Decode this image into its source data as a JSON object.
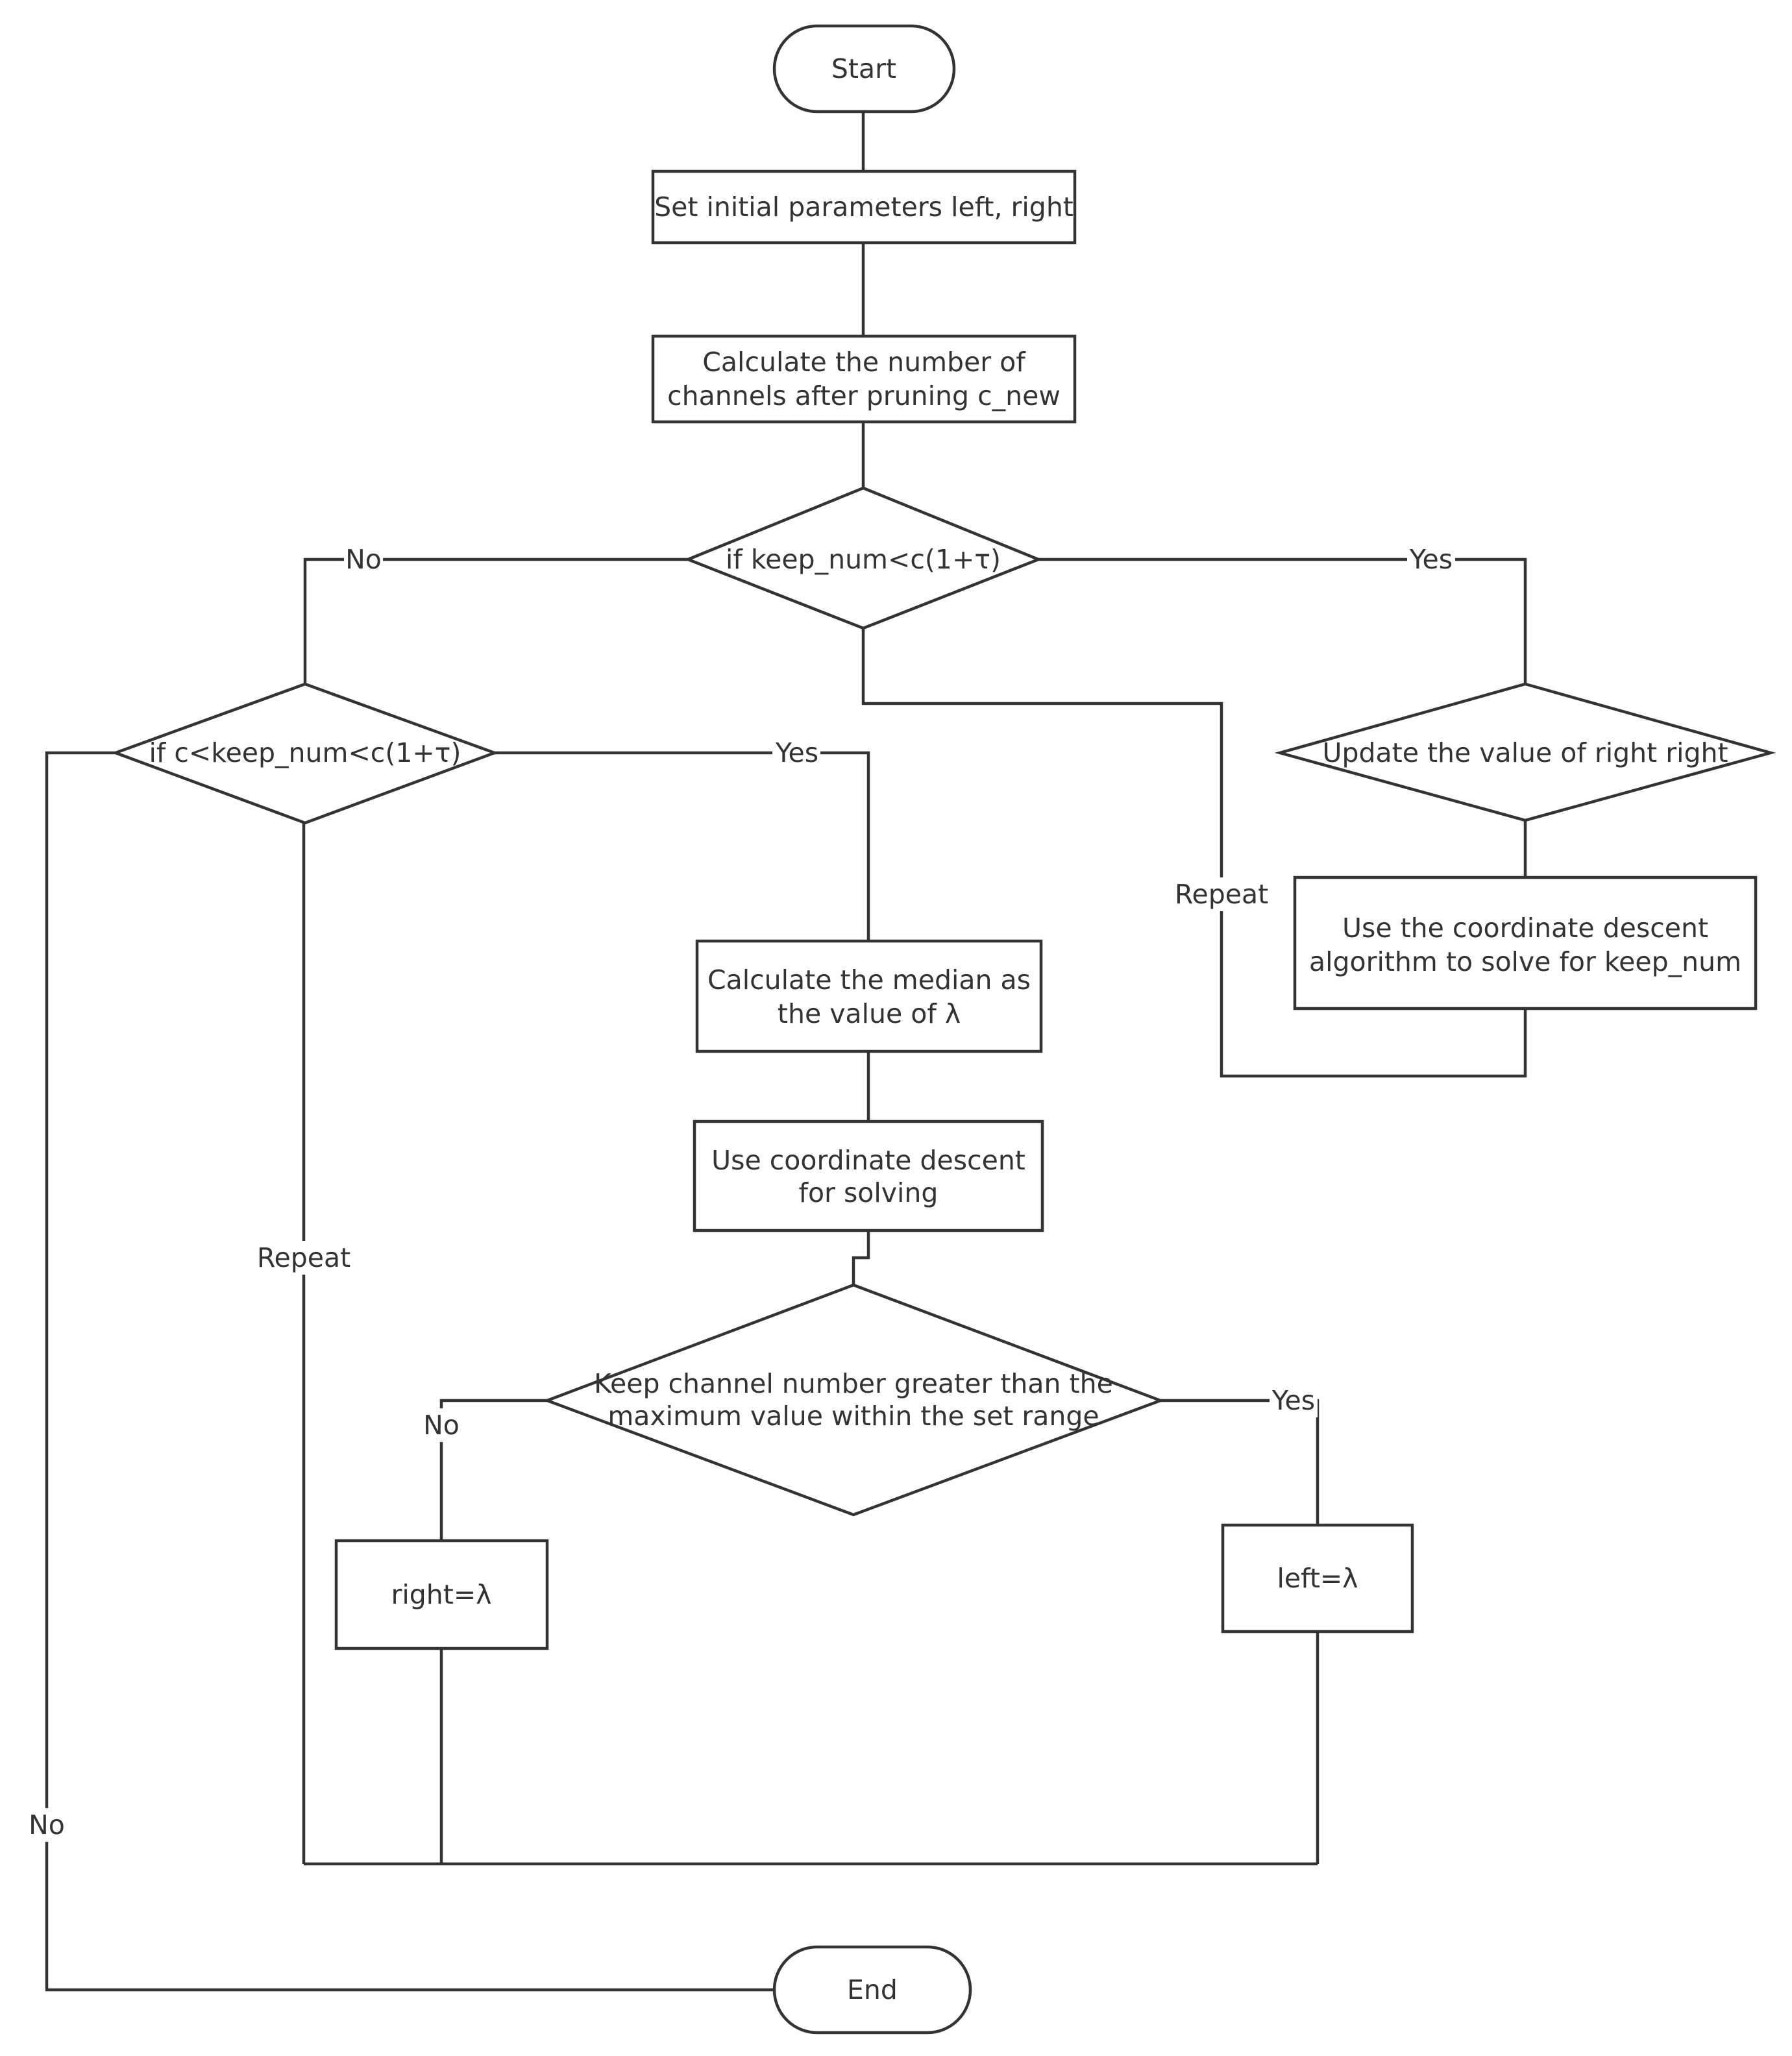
{
  "nodes": {
    "start": "Start",
    "set_params": "Set initial parameters left, right",
    "calc_channels": [
      "Calculate the number of",
      "channels after pruning  c_new"
    ],
    "cond_keep": "if  keep_num<c(1+τ)",
    "cond_range": "if  c<keep_num<c(1+τ)",
    "update_right": "Update the value of right right",
    "coord_descent_keep": [
      "Use the coordinate descent",
      "algorithm to solve for keep_num"
    ],
    "calc_median": [
      "Calculate the median as",
      "the value of λ"
    ],
    "coord_descent_solve": [
      "Use coordinate descent",
      "for solving"
    ],
    "cond_max": [
      "Keep channel number greater than the",
      "maximum value within the set range"
    ],
    "right_lambda": "right=λ",
    "left_lambda": "left=λ",
    "end": "End"
  },
  "edge_labels": {
    "no_keep": "No",
    "yes_keep": "Yes",
    "yes_range": "Yes",
    "no_range": "No",
    "no_max": "No",
    "yes_max": "Yes",
    "repeat_right": "Repeat",
    "repeat_left": "Repeat"
  }
}
